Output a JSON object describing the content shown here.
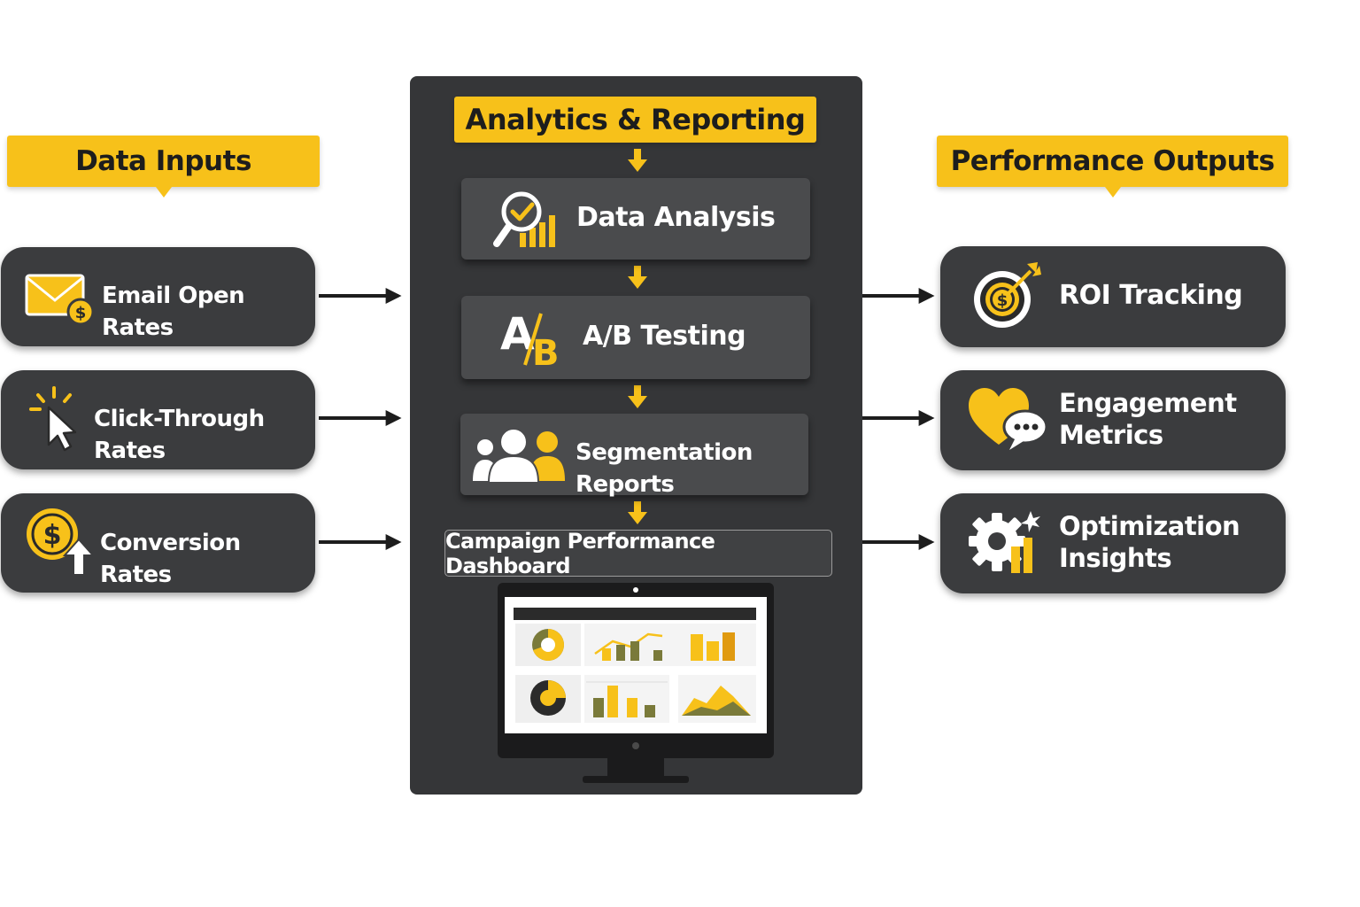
{
  "colors": {
    "accent": "#f7c11a",
    "panel": "#353638",
    "card": "#3b3c3e",
    "step": "#4a4b4d",
    "olive": "#7a7a3a"
  },
  "inputs": {
    "title": "Data Inputs",
    "items": [
      {
        "label": "Email Open Rates",
        "icon": "envelope-dollar-icon"
      },
      {
        "label": "Click-Through Rates",
        "icon": "cursor-click-icon"
      },
      {
        "label": "Conversion Rates",
        "icon": "dollar-up-arrow-icon"
      }
    ]
  },
  "analytics": {
    "title": "Analytics & Reporting",
    "steps": [
      {
        "label": "Data Analysis",
        "icon": "magnifier-chart-icon"
      },
      {
        "label": "A/B Testing",
        "icon": "ab-test-icon"
      },
      {
        "label": "Segmentation Reports",
        "icon": "people-group-icon"
      }
    ],
    "dashboard_label": "Campaign Performance Dashboard"
  },
  "outputs": {
    "title": "Performance Outputs",
    "items": [
      {
        "label": "ROI Tracking",
        "icon": "target-dollar-icon"
      },
      {
        "label": "Engagement Metrics",
        "icon": "heart-chat-icon"
      },
      {
        "label": "Optimization Insights",
        "icon": "gear-chart-icon"
      }
    ]
  }
}
